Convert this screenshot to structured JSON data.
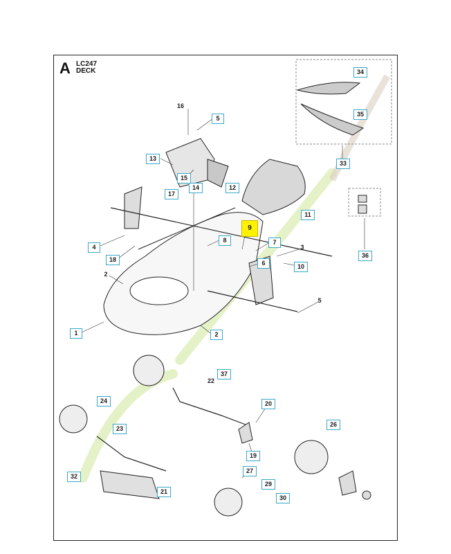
{
  "header": {
    "letter": "A",
    "model": "LC247",
    "section": "DECK"
  },
  "callouts": [
    {
      "id": "c16",
      "label": "16",
      "boxed": false
    },
    {
      "id": "c5a",
      "label": "5",
      "boxed": true
    },
    {
      "id": "c13",
      "label": "13",
      "boxed": true
    },
    {
      "id": "c15",
      "label": "15",
      "boxed": true
    },
    {
      "id": "c14",
      "label": "14",
      "boxed": true
    },
    {
      "id": "c17",
      "label": "17",
      "boxed": true
    },
    {
      "id": "c12",
      "label": "12",
      "boxed": true
    },
    {
      "id": "c11",
      "label": "11",
      "boxed": true
    },
    {
      "id": "c9",
      "label": "9",
      "boxed": true,
      "highlight": true
    },
    {
      "id": "c8",
      "label": "8",
      "boxed": true
    },
    {
      "id": "c7",
      "label": "7",
      "boxed": true
    },
    {
      "id": "c3",
      "label": "3",
      "boxed": false
    },
    {
      "id": "c6",
      "label": "6",
      "boxed": true
    },
    {
      "id": "c10",
      "label": "10",
      "boxed": true
    },
    {
      "id": "c4",
      "label": "4",
      "boxed": true
    },
    {
      "id": "c18",
      "label": "18",
      "boxed": true
    },
    {
      "id": "c2a",
      "label": "2",
      "boxed": false
    },
    {
      "id": "c5b",
      "label": "5",
      "boxed": false
    },
    {
      "id": "c1",
      "label": "1",
      "boxed": true
    },
    {
      "id": "c2b",
      "label": "2",
      "boxed": true
    },
    {
      "id": "c22",
      "label": "22",
      "boxed": false
    },
    {
      "id": "c37",
      "label": "37",
      "boxed": true
    },
    {
      "id": "c20",
      "label": "20",
      "boxed": true
    },
    {
      "id": "c24",
      "label": "24",
      "boxed": true
    },
    {
      "id": "c23",
      "label": "23",
      "boxed": true
    },
    {
      "id": "c26",
      "label": "26",
      "boxed": true
    },
    {
      "id": "c19",
      "label": "19",
      "boxed": true
    },
    {
      "id": "c27",
      "label": "27",
      "boxed": true
    },
    {
      "id": "c32",
      "label": "32",
      "boxed": true
    },
    {
      "id": "c29",
      "label": "29",
      "boxed": true
    },
    {
      "id": "c21",
      "label": "21",
      "boxed": true
    },
    {
      "id": "c30",
      "label": "30",
      "boxed": true
    },
    {
      "id": "c34",
      "label": "34",
      "boxed": true
    },
    {
      "id": "c35",
      "label": "35",
      "boxed": true
    },
    {
      "id": "c33",
      "label": "33",
      "boxed": true
    },
    {
      "id": "c36",
      "label": "36",
      "boxed": true
    }
  ],
  "colors": {
    "callout_border": "#38a8c8",
    "highlight": "#fff200",
    "line": "#222222",
    "watermark": "#cfe79a"
  }
}
